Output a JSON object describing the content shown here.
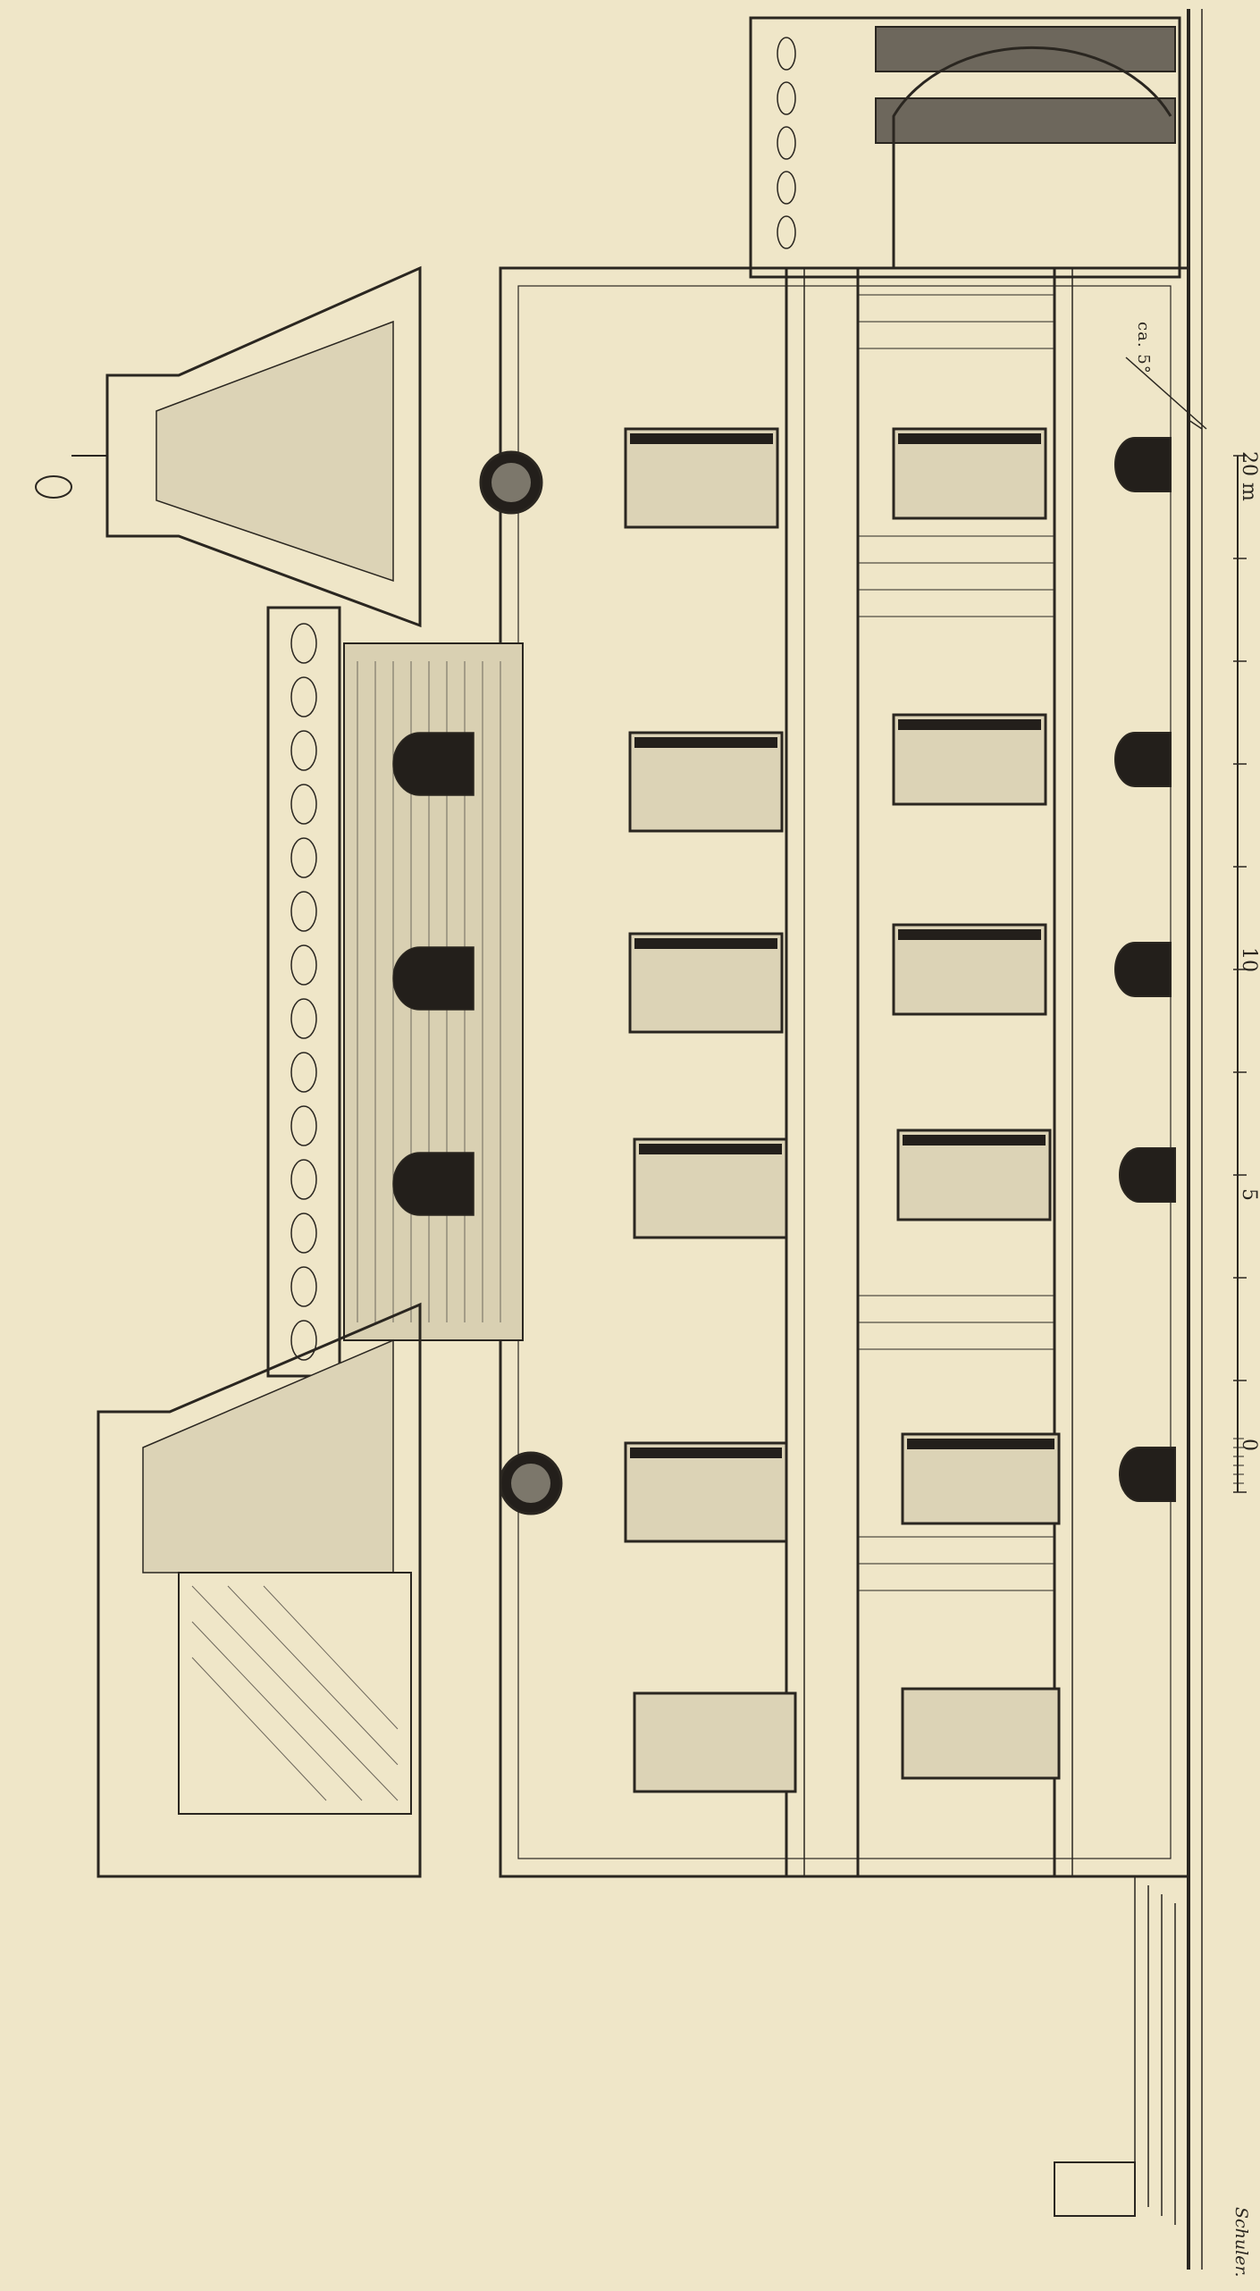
{
  "plate": {
    "signature": "Schuler.",
    "scale_labels": [
      "0",
      "5",
      "10",
      "20 m"
    ],
    "direction_note": "ca. 5°",
    "colors": {
      "paper": "#efe6c8",
      "ink": "#2a2620",
      "shade": "#6d675c",
      "dark": "#231f1b"
    }
  }
}
